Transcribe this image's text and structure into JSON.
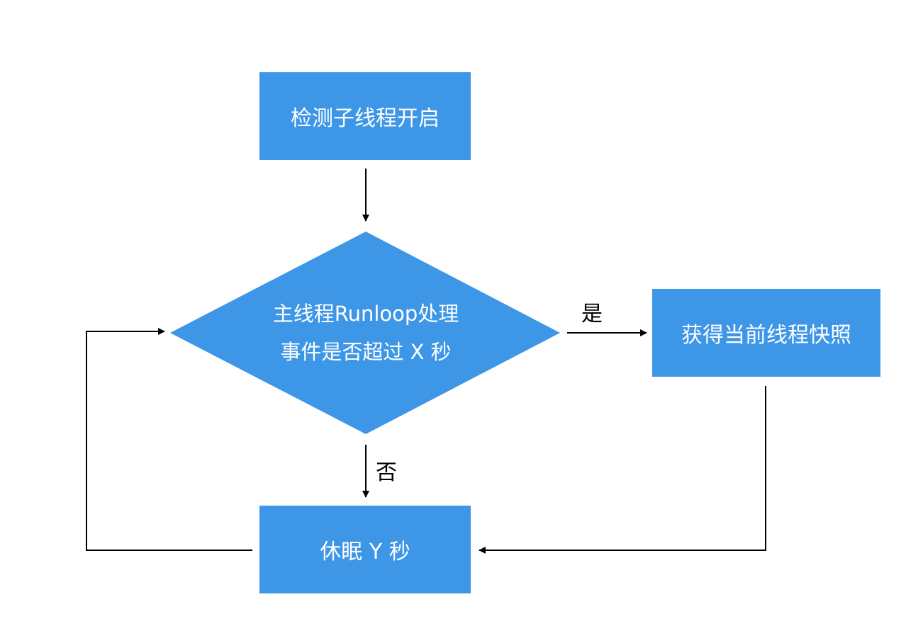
{
  "diagram": {
    "nodes": {
      "start": {
        "label": "检测子线程开启"
      },
      "decision": {
        "line1": "主线程Runloop处理",
        "line2": "事件是否超过 X 秒"
      },
      "snapshot": {
        "label": "获得当前线程快照"
      },
      "sleep": {
        "label": "休眠 Y 秒"
      }
    },
    "edges": {
      "yes_label": "是",
      "no_label": "否"
    },
    "colors": {
      "node_fill": "#3d96e6",
      "node_text": "#ffffff",
      "line": "#000000"
    }
  }
}
